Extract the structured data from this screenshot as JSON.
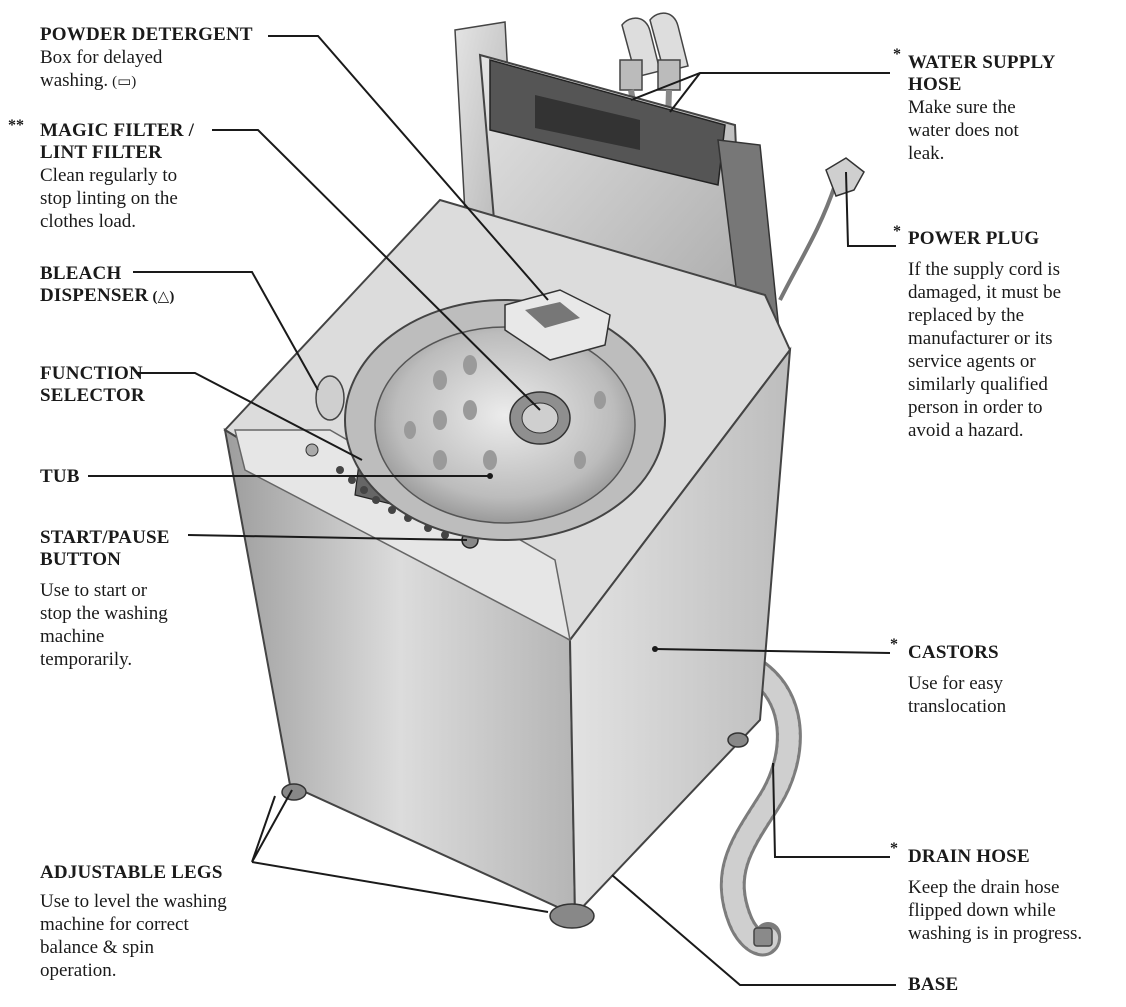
{
  "labels": {
    "powder_detergent": {
      "title": "POWDER DETERGENT",
      "desc": "Box for delayed\nwashing.",
      "icon": "detergent-box-icon"
    },
    "magic_filter": {
      "marker": "**",
      "title": "MAGIC FILTER /\nLINT FILTER",
      "desc": "Clean regularly to\nstop linting on the\nclothes load."
    },
    "bleach_dispenser": {
      "title": "BLEACH\nDISPENSER",
      "icon": "bleach-icon"
    },
    "function_selector": {
      "title": "FUNCTION\nSELECTOR"
    },
    "tub": {
      "title": "TUB"
    },
    "start_pause": {
      "title": "START/PAUSE\nBUTTON",
      "desc": "Use to start or\nstop the washing\nmachine\ntemporarily."
    },
    "adjustable_legs": {
      "title": "ADJUSTABLE LEGS",
      "desc": "Use to level the washing\nmachine for correct\nbalance & spin\noperation."
    },
    "water_supply_hose": {
      "marker": "*",
      "title": "WATER SUPPLY\nHOSE",
      "desc": "Make sure the\nwater does not\nleak."
    },
    "power_plug": {
      "marker": "*",
      "title": "POWER PLUG",
      "desc": "If the supply cord is\ndamaged, it must be\nreplaced by the\nmanufacturer or its\nservice agents or\nsimilarly qualified\nperson in order to\navoid a hazard."
    },
    "castors": {
      "marker": "*",
      "title": "CASTORS",
      "desc": "Use for easy\ntranslocation"
    },
    "drain_hose": {
      "marker": "*",
      "title": "DRAIN HOSE",
      "desc": "Keep the drain hose\nflipped down while\nwashing is in progress."
    },
    "base": {
      "title": "BASE"
    }
  },
  "colors": {
    "line": "#1a1a1a",
    "body": "#cfcfcf",
    "body_dark": "#9a9a9a",
    "text": "#1a1a1a"
  }
}
